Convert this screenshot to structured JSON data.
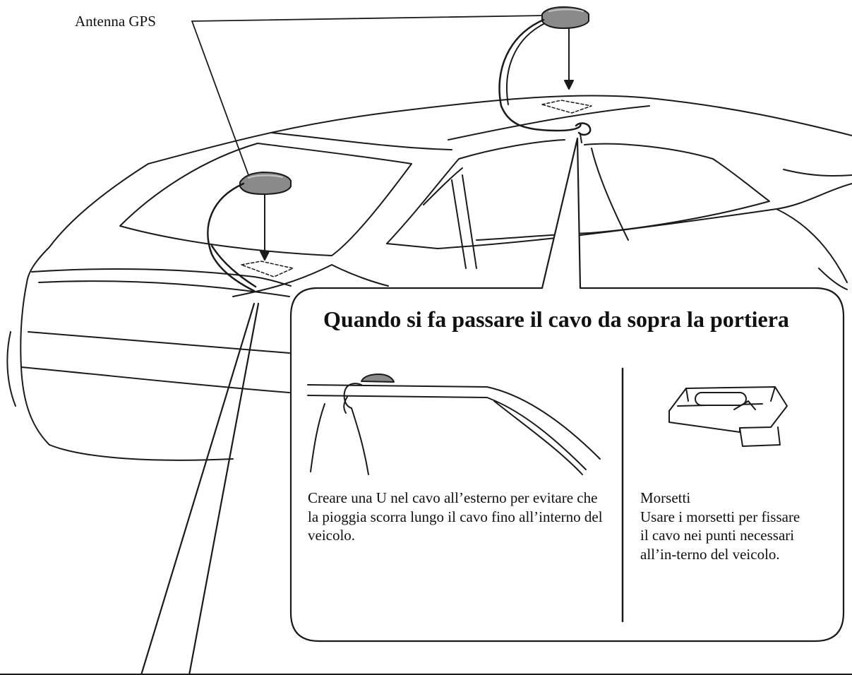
{
  "labels": {
    "antenna": "Antenna GPS"
  },
  "callout": {
    "title": "Quando si fa passare il cavo da sopra la portiera",
    "u_loop_caption": "Creare una U nel cavo all’esterno per evitare che la pioggia scorra lungo il cavo fino all’interno del veicolo.",
    "clamp_title": "Morsetti",
    "clamp_caption": "Usare i morsetti per fissare il cavo nei punti necessari all’in-terno del veicolo."
  },
  "colors": {
    "line": "#1a1a1a",
    "antenna_body": "#8a8a8a",
    "antenna_top": "#b3b3b3",
    "background": "#ffffff"
  }
}
